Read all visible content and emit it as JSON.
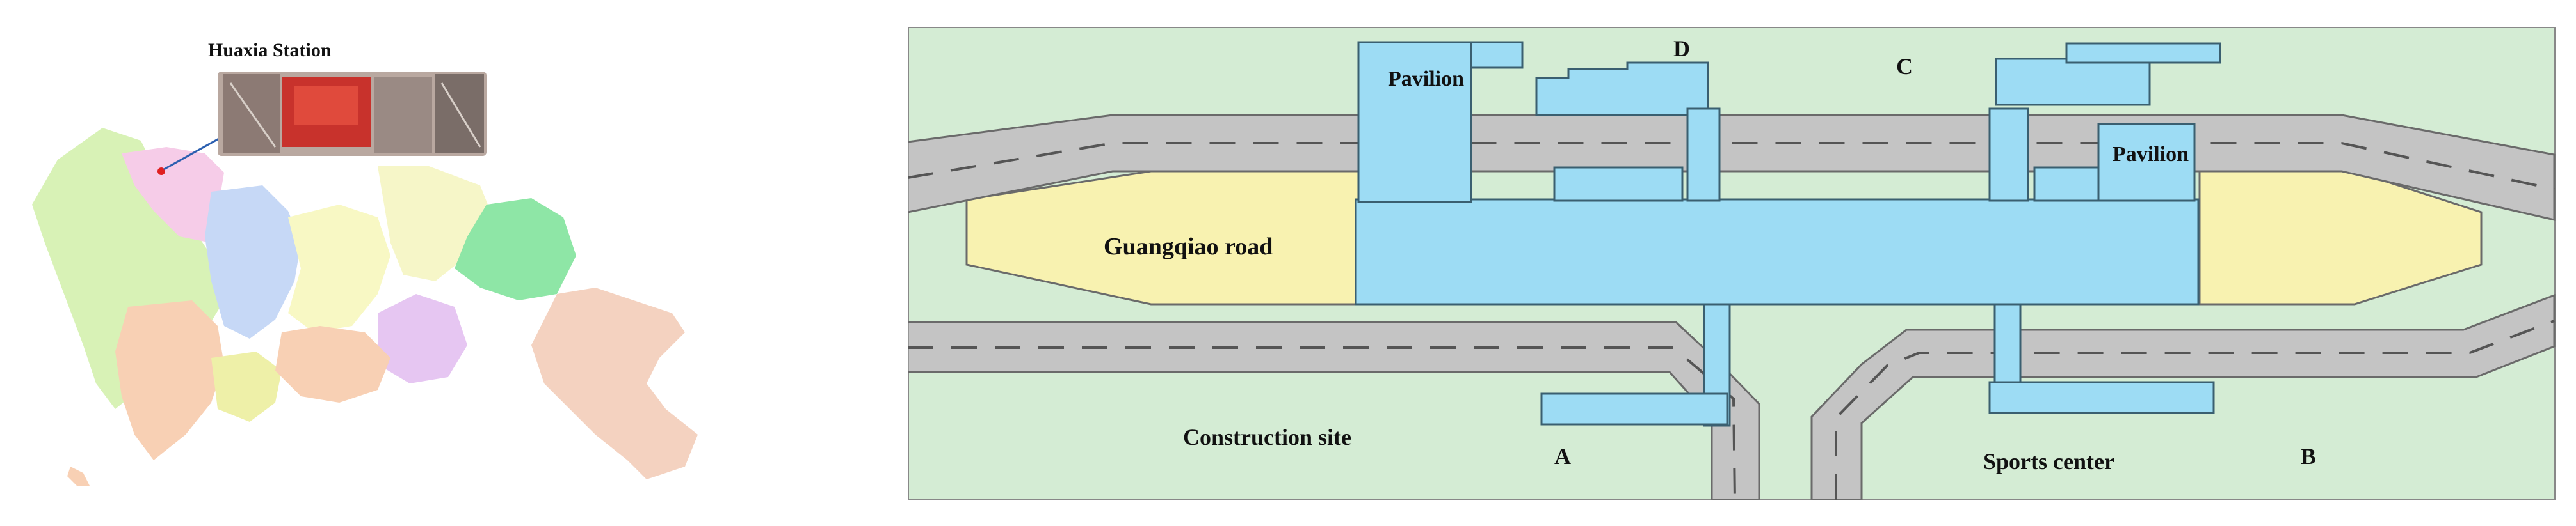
{
  "overview_map": {
    "station_title": "Huaxia Station",
    "photo_caption": "",
    "district_colors": [
      "#d8f2b6",
      "#f6cce8",
      "#c6d8f6",
      "#f8f8c4",
      "#f6f6c8",
      "#8ee6a6",
      "#f8d0b4",
      "#e6c6f2",
      "#eef0a8",
      "#f4d2c0"
    ]
  },
  "site_plan": {
    "labels": {
      "pavilion_left": "Pavilion",
      "pavilion_right": "Pavilion",
      "road": "Guangqiao road",
      "construction_site": "Construction site",
      "sports_center": "Sports center",
      "zone_a": "A",
      "zone_b": "B",
      "zone_c": "C",
      "zone_d": "D"
    },
    "colors": {
      "background": "#d4ecd4",
      "road": "#c4c4c4",
      "road_edge": "#6a6a6a",
      "station": "#9ddcf4",
      "station_edge": "#3a5f70",
      "yellow_zone": "#f8f2b0"
    }
  }
}
